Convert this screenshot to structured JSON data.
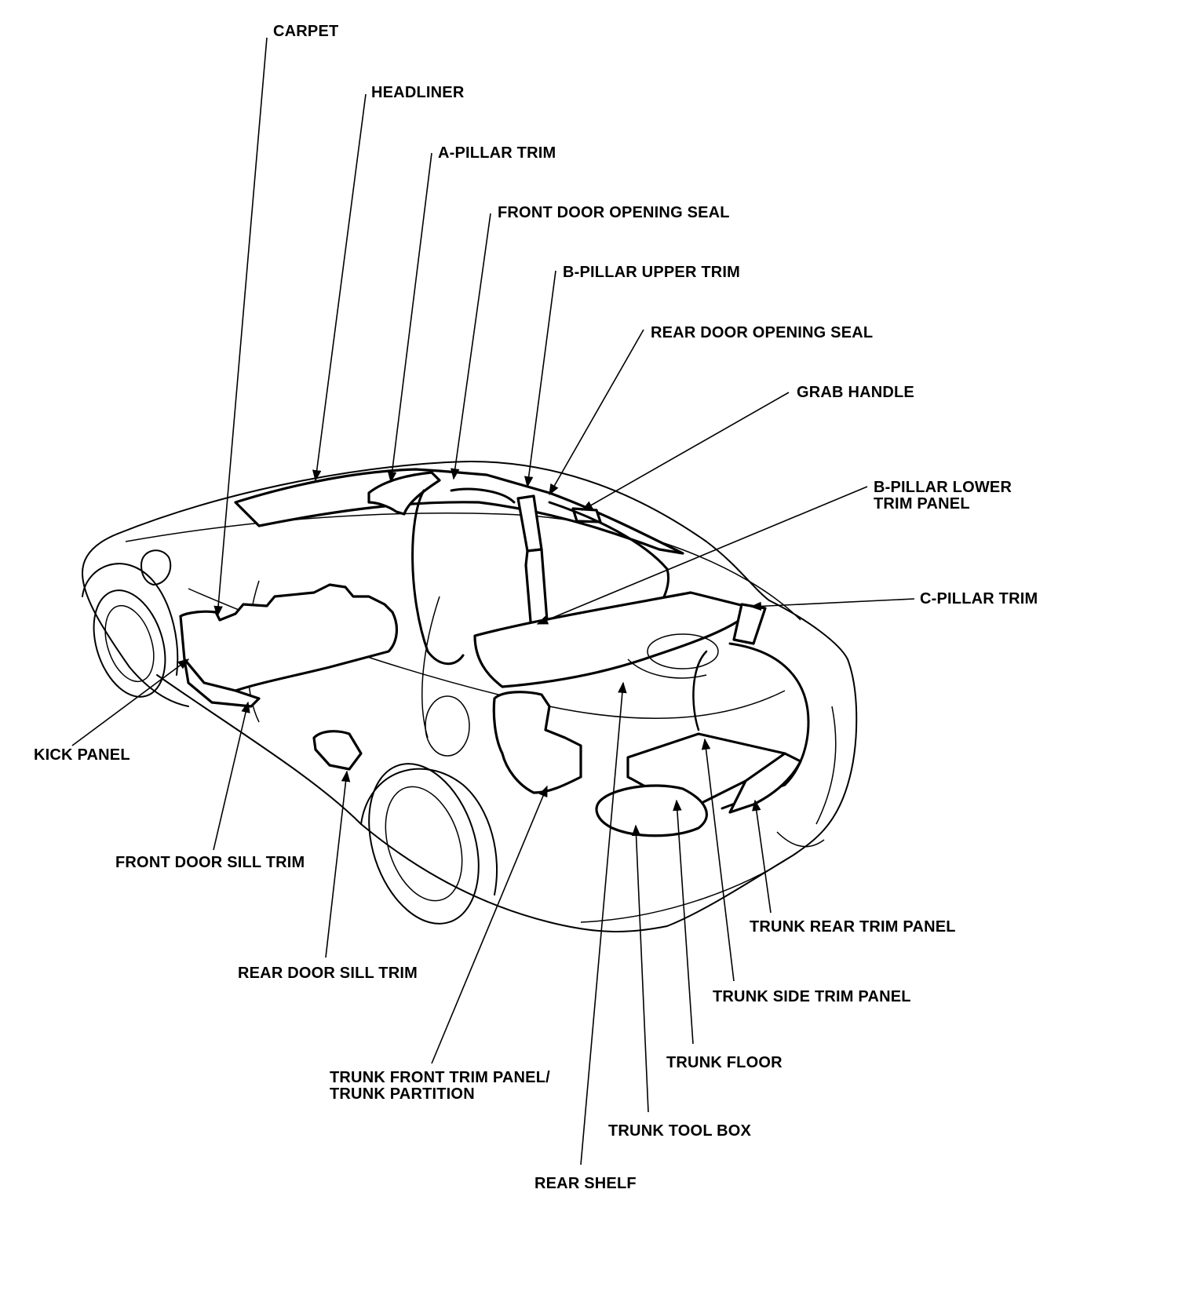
{
  "labels": {
    "carpet": "CARPET",
    "headliner": "HEADLINER",
    "a_pillar_trim": "A-PILLAR TRIM",
    "front_door_opening_seal": "FRONT DOOR OPENING SEAL",
    "b_pillar_upper_trim": "B-PILLAR UPPER TRIM",
    "rear_door_opening_seal": "REAR DOOR OPENING SEAL",
    "grab_handle": "GRAB HANDLE",
    "b_pillar_lower_line1": "B-PILLAR LOWER",
    "b_pillar_lower_line2": "TRIM PANEL",
    "c_pillar_trim": "C-PILLAR TRIM",
    "kick_panel": "KICK PANEL",
    "front_door_sill_trim": "FRONT DOOR SILL TRIM",
    "rear_door_sill_trim": "REAR DOOR SILL TRIM",
    "trunk_front_line1": "TRUNK FRONT TRIM PANEL/",
    "trunk_front_line2": "TRUNK PARTITION",
    "rear_shelf": "REAR SHELF",
    "trunk_tool_box": "TRUNK TOOL BOX",
    "trunk_floor": "TRUNK FLOOR",
    "trunk_side_trim_panel": "TRUNK SIDE TRIM PANEL",
    "trunk_rear_trim_panel": "TRUNK REAR TRIM PANEL"
  }
}
